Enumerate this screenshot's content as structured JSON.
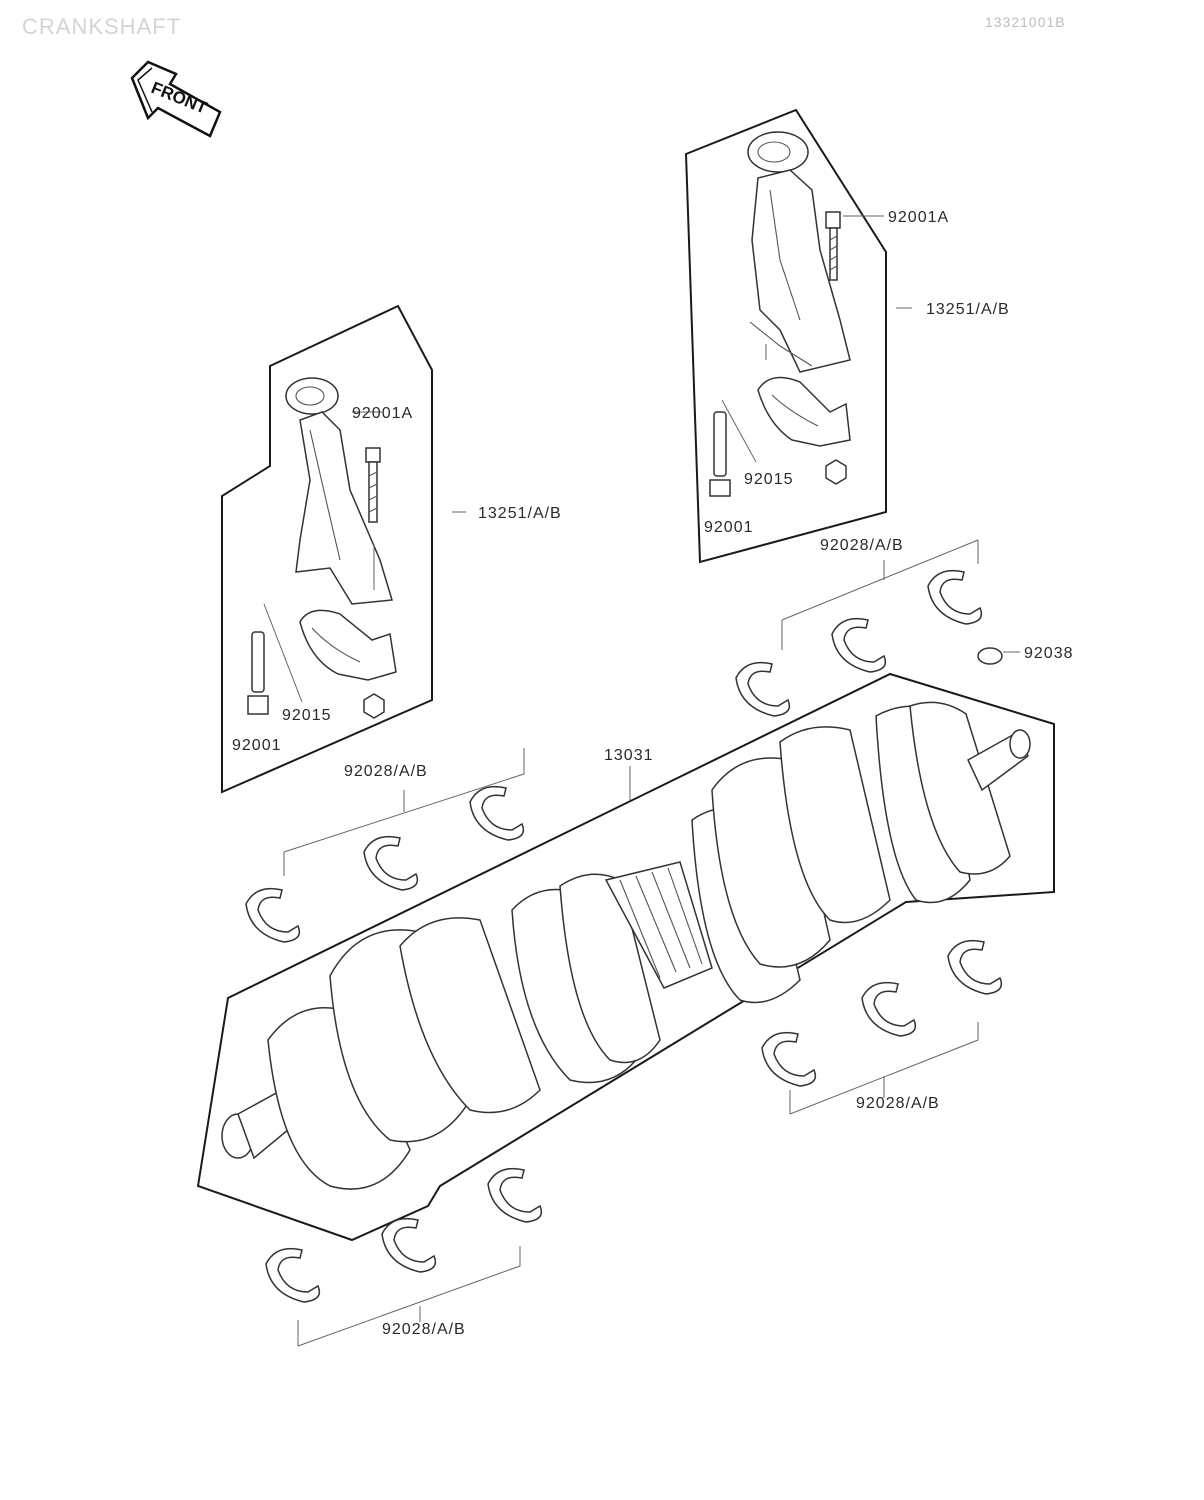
{
  "header": {
    "title": "CRANKSHAFT",
    "code": "13321001B"
  },
  "front_arrow": {
    "label": "FRONT"
  },
  "callouts": {
    "conrod_right_bolt": "92001A",
    "conrod_right": "13251/A/B",
    "conrod_right_nut": "92015",
    "conrod_right_bolt2": "92001",
    "conrod_left_bolt": "92001A",
    "conrod_left": "13251/A/B",
    "conrod_left_nut": "92015",
    "conrod_left_bolt2": "92001",
    "bearing_upper_right": "92028/A/B",
    "pin": "92038",
    "crankshaft": "13031",
    "bearing_upper_left": "92028/A/B",
    "bearing_lower_right": "92028/A/B",
    "bearing_lower_left": "92028/A/B"
  }
}
